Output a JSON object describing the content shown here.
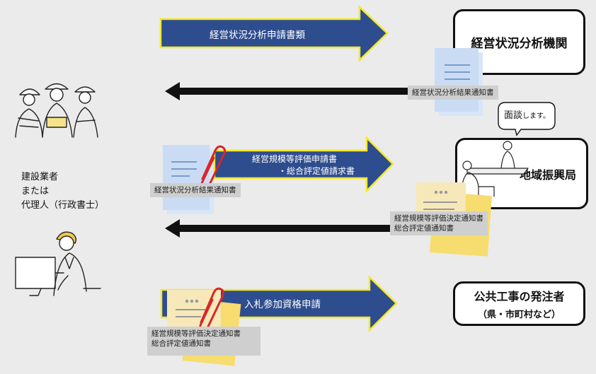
{
  "actor": {
    "line1": "建設業者",
    "line2": "または",
    "line3": "代理人（行政書士）"
  },
  "orgs": {
    "analysis": "経営状況分析機関",
    "regional": "地域振興局",
    "orderer_line1": "公共工事の発注者",
    "orderer_line2": "（県・市町村など）"
  },
  "speech": {
    "text_large": "面談",
    "text_small": "します。"
  },
  "flows": {
    "f1_label": "経営状況分析申請書類",
    "f2_doc": "経営状況分析結果通知書",
    "f3_label_line1": "経営規模等評価申請書",
    "f3_label_line2": "・総合評定値請求書",
    "f3_doc": "経営状況分析結果通知書",
    "f4_doc_line1": "経営規模等評価決定通知書",
    "f4_doc_line2": "総合評定値通知書",
    "f5_label": "入札参加資格申請",
    "f5_doc_line1": "経営規模等評価決定通知書",
    "f5_doc_line2": "総合評定値通知書"
  },
  "colors": {
    "arrow_fill": "#2e4d8e",
    "arrow_border": "#f3e82c",
    "background": "#ebebeb",
    "doc_blue": "#c9dcf3",
    "doc_yellow": "#f6e28a",
    "paperclip": "#d8262b"
  }
}
